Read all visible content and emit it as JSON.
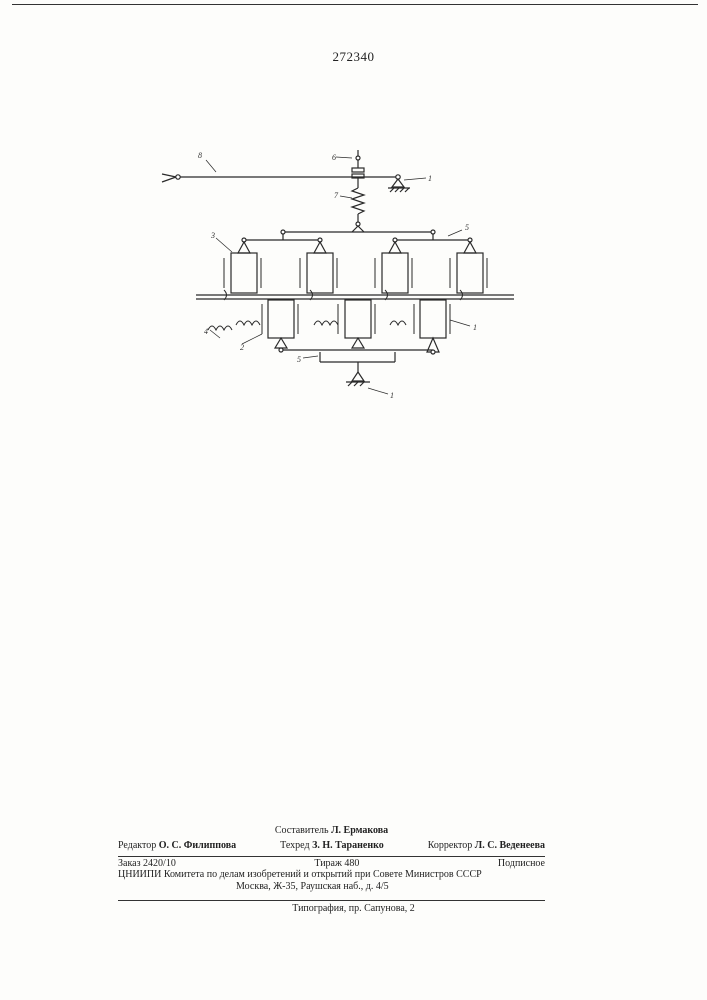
{
  "header": {
    "patent_number": "272340"
  },
  "drawing": {
    "labels": {
      "l8": "8",
      "l6": "6",
      "l1a": "1",
      "l7": "7",
      "l3": "3",
      "l5a": "5",
      "l4": "4",
      "l2": "2",
      "l5b": "5",
      "l1b": "1",
      "l1c": "1"
    }
  },
  "imprint": {
    "composer_role": "Составитель",
    "composer_name": "Л. Ермакова",
    "editor_role": "Редактор",
    "editor_name": "О. С. Филиппова",
    "techred_role": "Техред",
    "techred_name": "З. Н. Тараненко",
    "corrector_role": "Корректор",
    "corrector_name": "Л. С. Веденеева",
    "order": "Заказ  2420/10",
    "circulation": "Тираж  480",
    "subscription": "Подписное",
    "org_line": "ЦНИИПИ Комитета по делам изобретений и открытий при Совете Министров СССР",
    "address": "Москва, Ж-35, Раушская наб., д. 4/5",
    "printer": "Типография, пр. Сапунова, 2"
  }
}
